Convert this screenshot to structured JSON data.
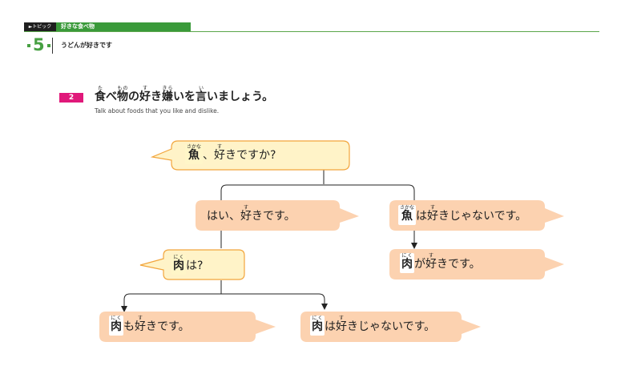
{
  "header": {
    "topic_tag": "►トピック",
    "topic_title": "好きな食べ物",
    "lesson_number": "5",
    "lesson_title": "うどんが好きです"
  },
  "task": {
    "number": "2",
    "title_parts": [
      {
        "kanji": "食",
        "reading": "た"
      },
      {
        "text": "べ"
      },
      {
        "kanji": "物",
        "reading": "もの"
      },
      {
        "text": "の"
      },
      {
        "kanji": "好",
        "reading": "す"
      },
      {
        "text": "き"
      },
      {
        "kanji": "嫌",
        "reading": "きら"
      },
      {
        "text": "いを"
      },
      {
        "kanji": "言",
        "reading": "い"
      },
      {
        "text": "いましょう。"
      }
    ],
    "subtitle": "Talk about foods that you like and dislike."
  },
  "dialogue": {
    "q1": {
      "kanji": "魚",
      "reading": "さかな",
      "mid": "、",
      "kanji2": "好",
      "reading2": "す",
      "rest": "きですか?"
    },
    "a_yes": {
      "pre": "はい、",
      "kanji": "好",
      "reading": "す",
      "rest": "きです。"
    },
    "a_no": {
      "kanji": "魚",
      "reading": "さかな",
      "mid": "は",
      "kanji2": "好",
      "reading2": "す",
      "rest": "きじゃないです。"
    },
    "a_no2": {
      "kanji": "肉",
      "reading": "にく",
      "mid": "が",
      "kanji2": "好",
      "reading2": "す",
      "rest": "きです。"
    },
    "q2": {
      "kanji": "肉",
      "reading": "にく",
      "rest": "は?"
    },
    "b_yes": {
      "kanji": "肉",
      "reading": "にく",
      "mid": "も",
      "kanji2": "好",
      "reading2": "す",
      "rest": "きです。"
    },
    "b_no": {
      "kanji": "肉",
      "reading": "にく",
      "mid": "は",
      "kanji2": "好",
      "reading2": "す",
      "rest": "きじゃないです。"
    }
  },
  "colors": {
    "question_fill": "#fff3c8",
    "question_stroke": "#f2a53c",
    "answer_fill": "#fcd2b0",
    "accent_green": "#47a042",
    "badge_magenta": "#e0187a"
  }
}
